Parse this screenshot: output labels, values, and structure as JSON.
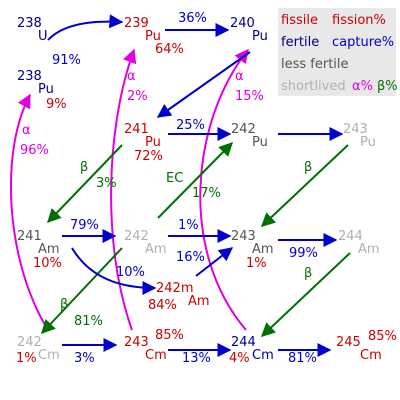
{
  "legend": {
    "fissile": "fissile",
    "fission_pct": "fission%",
    "fertile": "fertile",
    "capture_pct": "capture%",
    "less_fertile": "less fertile",
    "shortlived": "shortlived",
    "alpha_pct": "α%",
    "beta_pct": "β%"
  },
  "nuclides": {
    "u238": {
      "mass": "238",
      "el": "U"
    },
    "pu238": {
      "mass": "238",
      "el": "Pu",
      "fission": "9%"
    },
    "pu239": {
      "mass": "239",
      "el": "Pu",
      "fission": "64%"
    },
    "pu240": {
      "mass": "240",
      "el": "Pu"
    },
    "pu241": {
      "mass": "241",
      "el": "Pu",
      "fission": "72%"
    },
    "pu242": {
      "mass": "242",
      "el": "Pu"
    },
    "pu243": {
      "mass": "243",
      "el": "Pu"
    },
    "am241": {
      "mass": "241",
      "el": "Am",
      "fission": "10%"
    },
    "am242": {
      "mass": "242",
      "el": "Am"
    },
    "am242m": {
      "mass": "242m",
      "el": "Am",
      "fission": "84%"
    },
    "am243": {
      "mass": "243",
      "el": "Am",
      "fission": "1%"
    },
    "am244": {
      "mass": "244",
      "el": "Am"
    },
    "cm242": {
      "mass": "242",
      "el": "Cm",
      "fission": "1%"
    },
    "cm243": {
      "mass": "243",
      "el": "Cm",
      "fission": "85%"
    },
    "cm244": {
      "mass": "244",
      "el": "Cm",
      "fission": "4%"
    },
    "cm245": {
      "mass": "245",
      "el": "Cm",
      "fission": "85%"
    }
  },
  "transitions": {
    "u238_pu238_capture": "91%",
    "pu239_pu240_capture": "36%",
    "pu241_pu242_capture": "25%",
    "am241_am242_capture": "79%",
    "am241_am242m_capture": "10%",
    "am242_am243_capture": "1%",
    "am242m_am243_capture": "16%",
    "am243_am244_capture": "99%",
    "cm243_cm244_capture": "13%",
    "cm242_cm243_capture": "3%",
    "cm244_cm245_capture": "81%",
    "pu238_alpha": "96%",
    "cm243_pu239_alpha": "α",
    "cm243_pu239_alpha_pct": "2%",
    "cm244_pu240_alpha": "α",
    "cm244_pu240_alpha_pct": "15%",
    "pu238_alpha_label": "α",
    "pu241_am241_beta": "β",
    "pu241_am241_beta_pct": "3%",
    "am242_pu242_ec": "EC",
    "am242_pu242_ec_pct": "17%",
    "am242_cm242_beta": "β",
    "am242_cm242_beta_pct": "81%",
    "pu243_am243_beta": "β",
    "am244_cm244_beta": "β"
  },
  "colors": {
    "capture_arrow": "#0000cc",
    "alpha_arrow": "#e000e0",
    "beta_arrow": "#007000",
    "fissile": "#cc0000",
    "fertile": "#00008b",
    "less_fertile": "#555555",
    "shortlived": "#b0b0b0",
    "legend_bg": "#e8e8e8"
  }
}
